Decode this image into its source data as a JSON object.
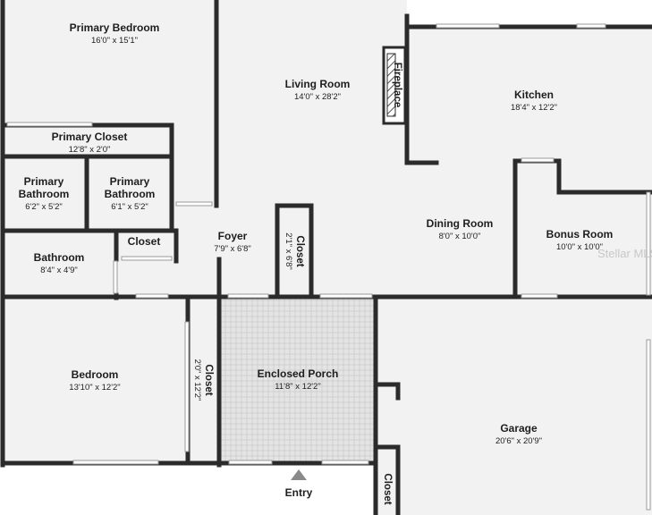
{
  "rooms": {
    "primary_bedroom": {
      "name": "Primary Bedroom",
      "dims": "16'0\" x 15'1\""
    },
    "living_room": {
      "name": "Living Room",
      "dims": "14'0\" x 28'2\""
    },
    "kitchen": {
      "name": "Kitchen",
      "dims": "18'4\" x 12'2\""
    },
    "primary_closet": {
      "name": "Primary Closet",
      "dims": "12'8\" x 2'0\""
    },
    "primary_bathroom_1": {
      "name": "Primary",
      "name2": "Bathroom",
      "dims": "6'2\" x 5'2\""
    },
    "primary_bathroom_2": {
      "name": "Primary",
      "name2": "Bathroom",
      "dims": "6'1\" x 5'2\""
    },
    "bathroom": {
      "name": "Bathroom",
      "dims": "8'4\" x 4'9\""
    },
    "hall_closet": {
      "name": "Closet"
    },
    "foyer": {
      "name": "Foyer",
      "dims": "7'9\" x 6'8\""
    },
    "foyer_closet": {
      "name": "Closet",
      "dims": "2'1\" x 6'8\""
    },
    "dining_room": {
      "name": "Dining Room",
      "dims": "8'0\" x 10'0\""
    },
    "bonus_room": {
      "name": "Bonus Room",
      "dims": "10'0\" x 10'0\""
    },
    "bedroom": {
      "name": "Bedroom",
      "dims": "13'10\" x 12'2\""
    },
    "bedroom_closet": {
      "name": "Closet",
      "dims": "2'0\" x 12'2\""
    },
    "enclosed_porch": {
      "name": "Enclosed Porch",
      "dims": "11'8\" x 12'2\""
    },
    "garage": {
      "name": "Garage",
      "dims": "20'6\" x 20'9\""
    },
    "garage_closet": {
      "name": "Closet"
    }
  },
  "fireplace": {
    "label": "Fireplace"
  },
  "entry": {
    "label": "Entry"
  },
  "watermark": {
    "text": "Stellar MLS"
  }
}
